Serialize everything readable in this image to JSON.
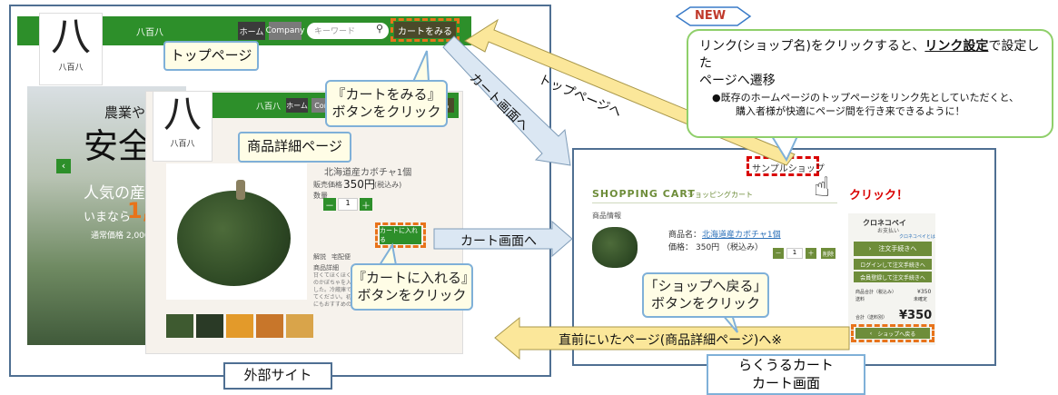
{
  "external": {
    "brand": "八百八",
    "logo_char": "八",
    "logo_sub": "八百八",
    "nav_home": "ホーム",
    "nav_company": "Company",
    "search_placeholder": "キーワード",
    "view_cart_btn": "カートをみる",
    "hero_line1": "農業や化",
    "hero_line2": "安全",
    "hero_line3": "人気の産",
    "hero_line4a": "いまなら",
    "hero_line4b": "1,0",
    "hero_line5": "通常価格 2,000円",
    "top_page_label": "トップページ",
    "site_label": "外部サイト"
  },
  "detail": {
    "brand": "八百八",
    "logo_char": "八",
    "logo_sub": "八百八",
    "nav_home": "ホーム",
    "partial_nav": "Con",
    "partial_btn": "みる",
    "page_label": "商品詳細ページ",
    "product_title": "北海道産カボチャ1個",
    "price_label": "販売価格",
    "price": "350円",
    "tax": "(税込み)",
    "qty_label": "数量",
    "qty_minus": "－",
    "qty_value": "1",
    "qty_plus": "＋",
    "add_cart_btn": "カートに入れる",
    "desc_head1": "解説",
    "desc_head2": "宅配便",
    "desc_sub": "商品詳細",
    "desc_text": "甘くてほくほく。人気のかぼちゃを入荷しました。冷蔵庫で保存してください。初めの方にもおすすめの一品です。"
  },
  "cart": {
    "shop_name": "サンプルショップ",
    "title": "SHOPPING CART",
    "title_jp": "ショッピングカート",
    "info_label": "商品情報",
    "product_label": "商品名：",
    "product_name": "北海道産カボチャ1個",
    "price_label": "価格：",
    "price": "350円",
    "tax": "（税込み）",
    "qty_minus": "－",
    "qty_value": "1",
    "qty_plus": "＋",
    "delete": "削除",
    "pay_logo": "クロネコペイ",
    "pay_sub": "お支払い",
    "pay_link": "クロネコペイとは",
    "checkout_btn": "注文手続きへ",
    "login_btn": "ログインして注文手続きへ",
    "register_btn": "会員登録して注文手続きへ",
    "subtotal_label": "商品合計（税込み）",
    "subtotal": "¥350",
    "shipping_label": "送料",
    "shipping": "未確定",
    "total_label": "合計（送料別）",
    "total": "¥350",
    "back_btn": "ショップへ戻る",
    "label_line1": "らくうるカート",
    "label_line2": "カート画面"
  },
  "annotations": {
    "new_badge": "NEW",
    "note_line1_a": "リンク(ショップ名)をクリックすると、",
    "note_line1_b": "リンク設定",
    "note_line1_c": "で設定した",
    "note_line2": "ページへ遷移",
    "note_line3": "●既存のホームページのトップページをリンク先としていただくと、",
    "note_line4": "購入者様が快適にページ間を行き来できるように！",
    "click_label": "クリック！",
    "callout_view_cart": [
      "『カートをみる』",
      "ボタンをクリック"
    ],
    "callout_add_cart": [
      "『カートに入れる』",
      "ボタンをクリック"
    ],
    "callout_back": [
      "「ショップへ戻る」",
      "ボタンをクリック"
    ],
    "arrow_to_top": "トップページへ",
    "arrow_to_cart_diag": "カート画面へ",
    "arrow_to_cart": "カート画面へ",
    "arrow_back": "直前にいたページ(商品詳細ページ)へ※"
  }
}
